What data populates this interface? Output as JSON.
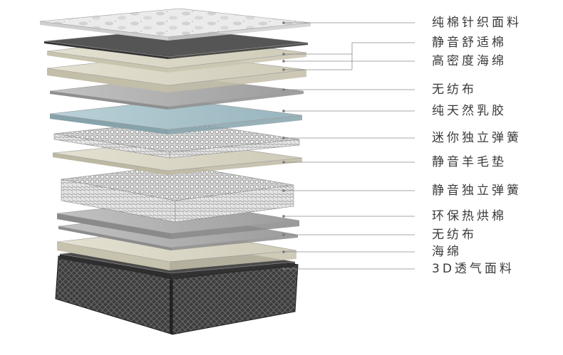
{
  "labels": [
    "纯棉针织面料",
    "静音舒适棉",
    "高密度海绵",
    "无纺布",
    "纯天然乳胶",
    "迷你独立弹簧",
    "静音羊毛垫",
    "静音独立弹簧",
    "环保热烘棉",
    "无纺布",
    "海绵",
    "3D透气面料"
  ],
  "colors": {
    "leader": "#8a8a8a",
    "text": "#3a3a3a",
    "knit": "#e6e6e6",
    "foam_cream": "#d9d5c4",
    "nonwoven": "#b3b3b3",
    "latex": "#a9c4cc",
    "spring": "#cfcfcf",
    "wool": "#dcd9c5",
    "base_mesh": "#3a3a3a"
  }
}
